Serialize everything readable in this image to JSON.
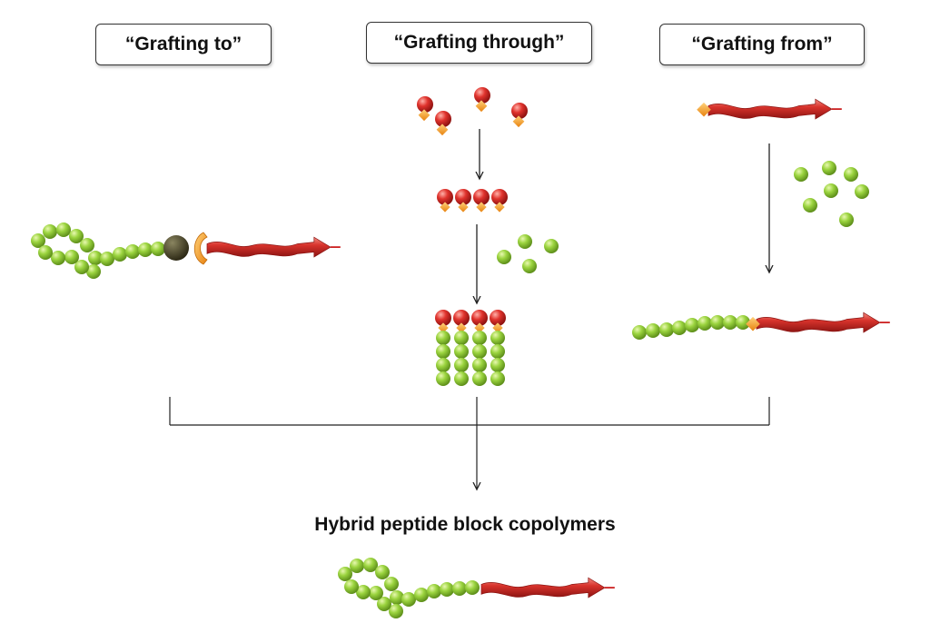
{
  "methods": {
    "grafting_to": "“Grafting to”",
    "grafting_through": "“Grafting through”",
    "grafting_from": "“Grafting from”"
  },
  "result": {
    "title": "Hybrid peptide block copolymers"
  },
  "colors": {
    "polymer_bead": "#8cc63f",
    "peptide_helix": "#d23a35",
    "initiator": "#f4a22d",
    "monomer": "#d8262c",
    "end_group": "#4a4630",
    "arrow": "#222222"
  }
}
